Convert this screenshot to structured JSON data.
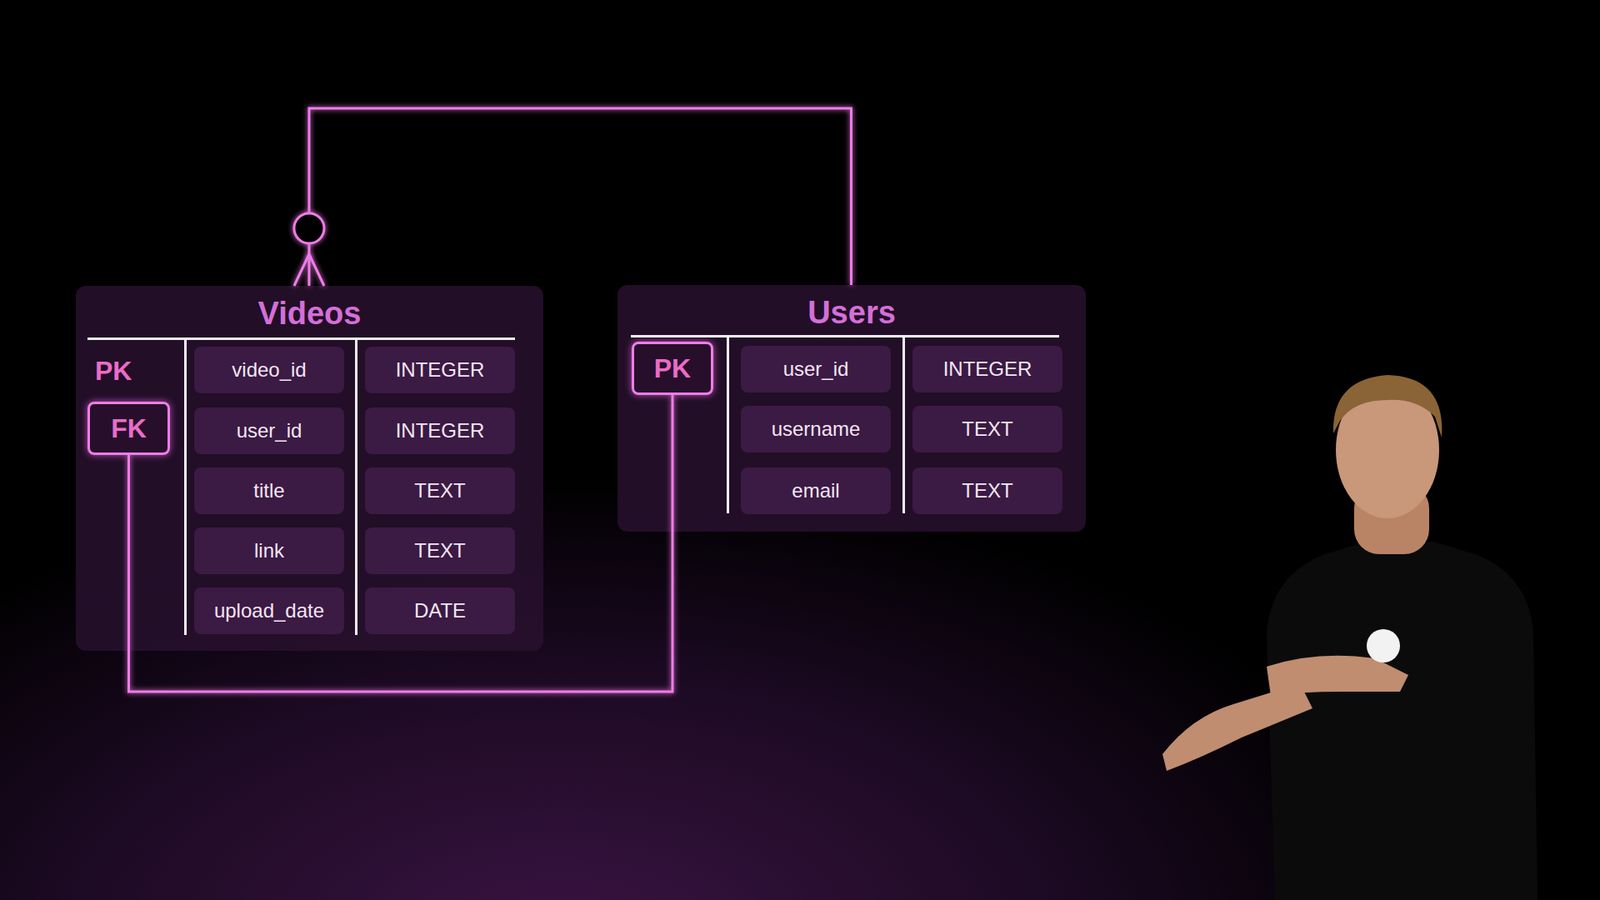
{
  "diagram": {
    "nodes": [
      {
        "text": [
          "Videos"
        ]
      },
      {
        "text": [
          "FK"
        ],
        "in": 0
      },
      {
        "text": [
          "video_id"
        ],
        "in": 0
      },
      {
        "text": [
          "INTEGER"
        ],
        "in": 0
      },
      {
        "text": [
          "user_id"
        ],
        "in": 0
      },
      {
        "text": [
          "INTEGER"
        ],
        "in": 0
      },
      {
        "text": [
          "title"
        ],
        "in": 0
      },
      {
        "text": [
          "TEXT"
        ],
        "in": 0
      },
      {
        "text": [
          "link"
        ],
        "in": 0
      },
      {
        "text": [
          "TEXT"
        ],
        "in": 0
      },
      {
        "text": [
          "upload_date"
        ],
        "in": 0
      },
      {
        "text": [
          "DATE"
        ],
        "in": 0
      },
      {
        "text": [
          "Users"
        ]
      },
      {
        "text": [
          "PK"
        ],
        "in": 12
      },
      {
        "text": [
          "user_id"
        ],
        "in": 12
      },
      {
        "text": [
          "INTEGER"
        ],
        "in": 12
      },
      {
        "text": [
          "username"
        ],
        "in": 12
      },
      {
        "text": [
          "TEXT"
        ],
        "in": 12
      },
      {
        "text": [
          "email"
        ],
        "in": 12
      },
      {
        "text": [
          "TEXT"
        ],
        "in": 12
      }
    ],
    "edges": [
      {
        "from": 0,
        "to": 12,
        "arrow": "none"
      },
      {
        "from": 1,
        "to": 13,
        "arrow": "none"
      }
    ],
    "labels": [
      "PK"
    ]
  }
}
